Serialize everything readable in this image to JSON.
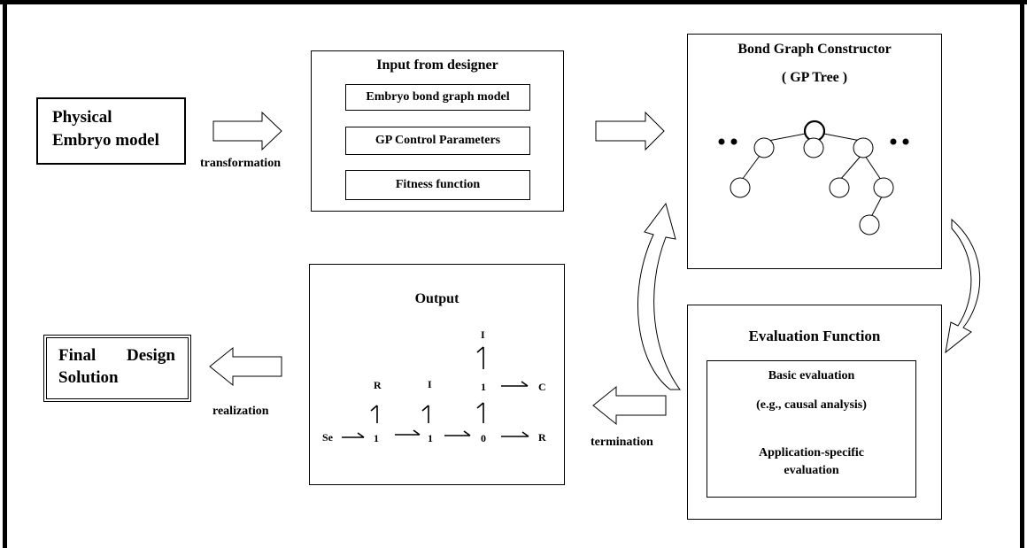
{
  "physical_box": {
    "line1": "Physical",
    "line2": "Embryo model"
  },
  "input_box": {
    "title": "Input from designer",
    "items": [
      "Embryo bond graph model",
      "GP Control Parameters",
      "Fitness function"
    ]
  },
  "constructor_box": {
    "title": "Bond Graph Constructor",
    "subtitle": "( GP Tree )"
  },
  "evaluation_box": {
    "title": "Evaluation Function",
    "basic": "Basic evaluation",
    "basic_example": "(e.g., causal analysis)",
    "specific_line1": "Application-specific",
    "specific_line2": "evaluation"
  },
  "output_box": {
    "title": "Output",
    "bond_graph": {
      "se": "Se",
      "junction_1a": "1",
      "junction_1b": "1",
      "junction_0": "0",
      "junction_1c": "1",
      "r_top": "R",
      "i_top": "I",
      "i_high": "I",
      "c_right": "C",
      "r_right": "R"
    }
  },
  "final_box": {
    "line1_a": "Final",
    "line1_b": "Design",
    "line2": "Solution"
  },
  "arrow_labels": {
    "transformation": "transformation",
    "realization": "realization",
    "termination": "termination"
  }
}
